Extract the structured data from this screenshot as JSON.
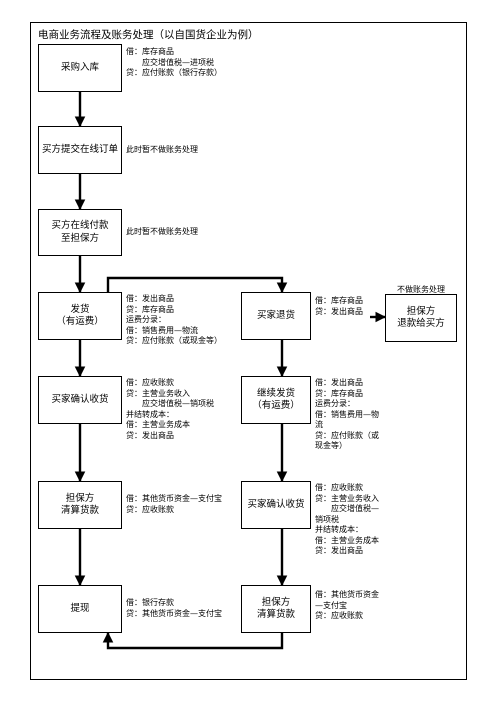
{
  "title": "电商业务流程及账务处理（以自国货企业为例）",
  "left_flow": [
    {
      "id": "purchase",
      "lines": [
        "采购入库"
      ],
      "note": [
        "借：库存商品",
        "　　应交增值税—进项税",
        "贷：应付账款（银行存款）"
      ]
    },
    {
      "id": "order",
      "lines": [
        "买方提交在线订单"
      ],
      "note": [
        "此时暂不做账务处理"
      ]
    },
    {
      "id": "pay",
      "lines": [
        "买方在线付款",
        "至担保方"
      ],
      "note": [
        "此时暂不做账务处理"
      ]
    },
    {
      "id": "ship",
      "lines": [
        "发货",
        "（有运费）"
      ],
      "note": [
        "借：发出商品",
        "贷：库存商品",
        "运费分录：",
        "借：销售费用—物流",
        "贷：应付账款（或现金等）"
      ]
    },
    {
      "id": "confirm",
      "lines": [
        "买家确认收货"
      ],
      "note": [
        "借：应收账款",
        "贷：主营业务收入",
        "　　应交增值税—销项税",
        "并结转成本：",
        "借：主营业务成本",
        "贷：发出商品"
      ]
    },
    {
      "id": "settle",
      "lines": [
        "担保方",
        "清算货款"
      ],
      "note": [
        "借：其他货币资金—支付宝",
        "贷：应收账款"
      ]
    },
    {
      "id": "withdraw",
      "lines": [
        "提现"
      ],
      "note": [
        "借：银行存款",
        "贷：其他货币资金—支付宝"
      ]
    }
  ],
  "right_flow": [
    {
      "id": "return",
      "lines": [
        "买家退货"
      ],
      "note": [
        "借：库存商品",
        "贷：发出商品"
      ]
    },
    {
      "id": "reship",
      "lines": [
        "继续发货",
        "（有运费）"
      ],
      "note": [
        "借：发出商品",
        "贷：库存商品",
        "运费分录：",
        "借：销售费用—物",
        "流",
        "贷：应付账款（或",
        "现金等）"
      ]
    },
    {
      "id": "confirm2",
      "lines": [
        "买家确认收货"
      ],
      "note": [
        "借：应收账款",
        "贷：主营业务收入",
        "　　应交增值税—",
        "销项税",
        "并结转成本：",
        "借：主营业务成本",
        "贷：发出商品"
      ]
    },
    {
      "id": "settle2",
      "lines": [
        "担保方",
        "清算货款"
      ],
      "note": [
        "借：其他货币资金",
        "—支付宝",
        "贷：应收账款"
      ]
    }
  ],
  "refund": {
    "lines": [
      "担保方",
      "退款给买方"
    ],
    "label": "不做账务处理"
  }
}
